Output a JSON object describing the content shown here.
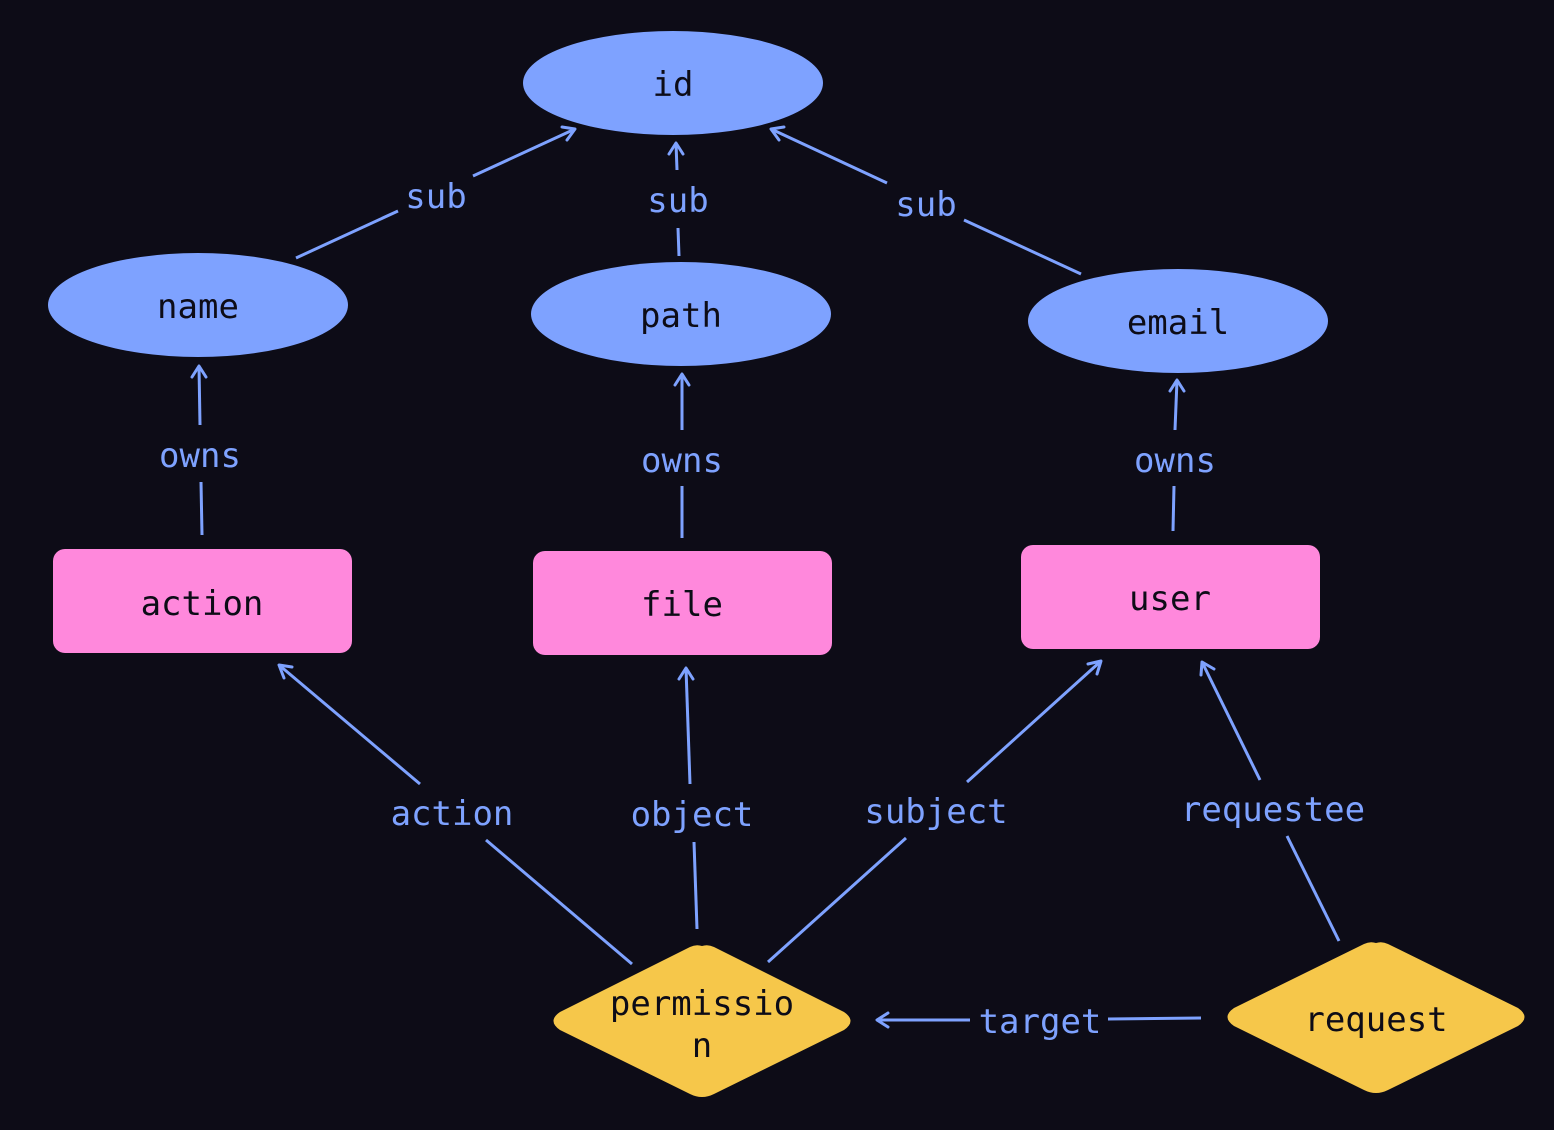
{
  "colors": {
    "background": "#0d0c17",
    "attribute": "#7ea2ff",
    "entity": "#ff88dc",
    "relation": "#f6c74a",
    "edge": "#7ea2ff",
    "node_text": "#0d0c17"
  },
  "nodes": {
    "id": "id",
    "name": "name",
    "path": "path",
    "email": "email",
    "action": "action",
    "file": "file",
    "user": "user",
    "permission_line1": "permissio",
    "permission_line2": "n",
    "request": "request"
  },
  "edges": {
    "name_sub_id": "sub",
    "path_sub_id": "sub",
    "email_sub_id": "sub",
    "action_owns_name": "owns",
    "file_owns_path": "owns",
    "user_owns_email": "owns",
    "permission_action": "action",
    "permission_object": "object",
    "permission_subject": "subject",
    "request_requestee": "requestee",
    "request_target": "target"
  }
}
